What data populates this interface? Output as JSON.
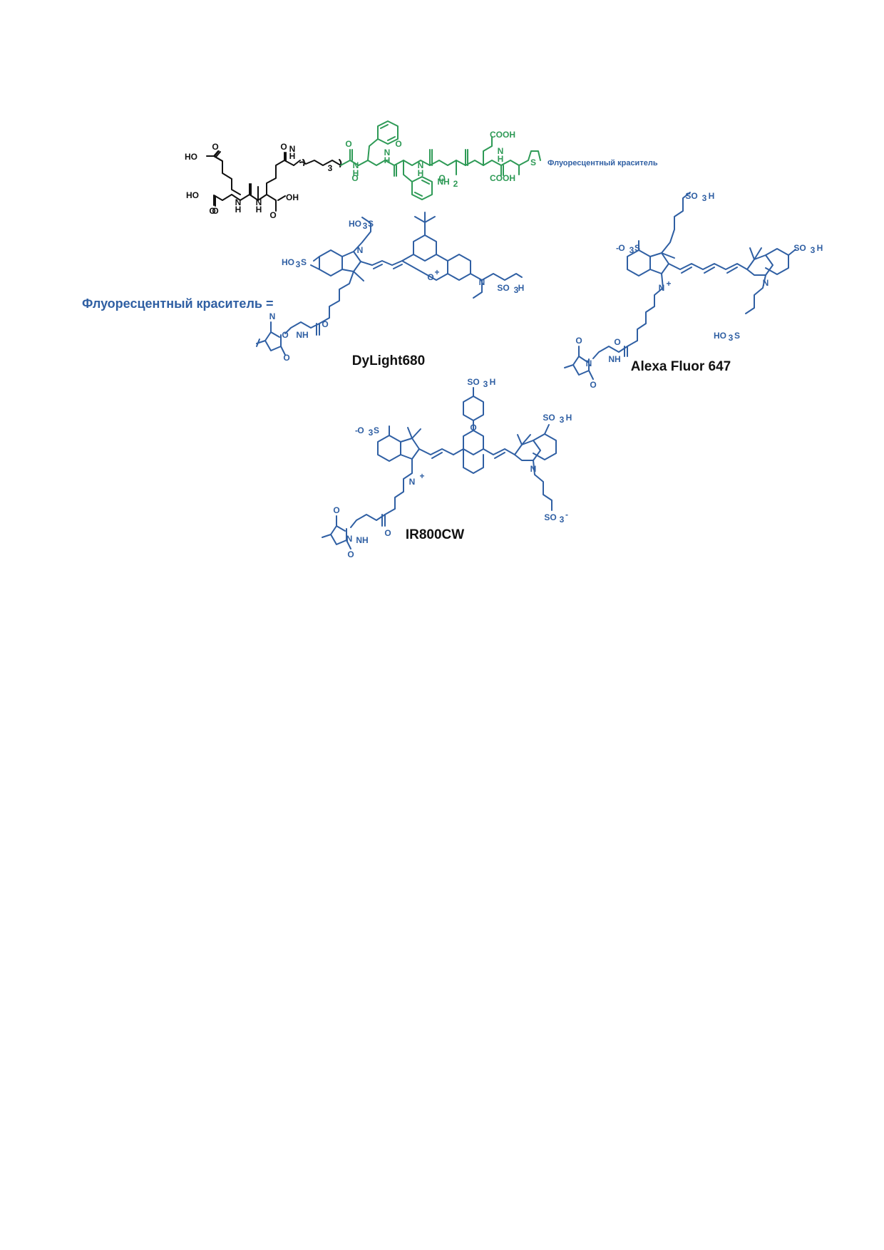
{
  "colors": {
    "ligand": "#111111",
    "peptide": "#2e9a56",
    "dye": "#2f5fa3"
  },
  "top_molecule": {
    "atoms_black": [
      "HO",
      "O",
      "O",
      "N",
      "H",
      "N",
      "H",
      "HO",
      "O",
      "OH",
      "O",
      "O",
      "N",
      "H",
      "3"
    ],
    "atoms_green": [
      "O",
      "N",
      "H",
      "O",
      "N",
      "H",
      "O",
      "N",
      "H",
      "NH",
      "2",
      "COOH",
      "O",
      "N",
      "H",
      "S",
      "COOH"
    ],
    "dye_link_label": "Флуоресцентный краситель"
  },
  "definition_label": "Флуоресцентный краситель =",
  "dyes": [
    {
      "name": "DyLight680",
      "atoms": [
        "HO",
        "3",
        "S",
        "HO",
        "3",
        "S",
        "N",
        "O",
        "+",
        "N",
        "SO",
        "3",
        "H",
        "O",
        "NH",
        "O",
        "N",
        "O"
      ]
    },
    {
      "name": "Alexa Fluor 647",
      "atoms": [
        "-",
        "O",
        "3",
        "S",
        "SO",
        "3",
        "H",
        "SO",
        "3",
        "H",
        "N",
        "+",
        "N",
        "HO",
        "3",
        "S",
        "O",
        "NH",
        "O",
        "N",
        "O"
      ]
    },
    {
      "name": "IR800CW",
      "atoms": [
        "SO",
        "3",
        "H",
        "-",
        "O",
        "3",
        "S",
        "SO",
        "3",
        "H",
        "O",
        "N",
        "+",
        "N",
        "SO",
        "3",
        "-",
        "O",
        "NH",
        "O",
        "N",
        "O"
      ]
    }
  ]
}
